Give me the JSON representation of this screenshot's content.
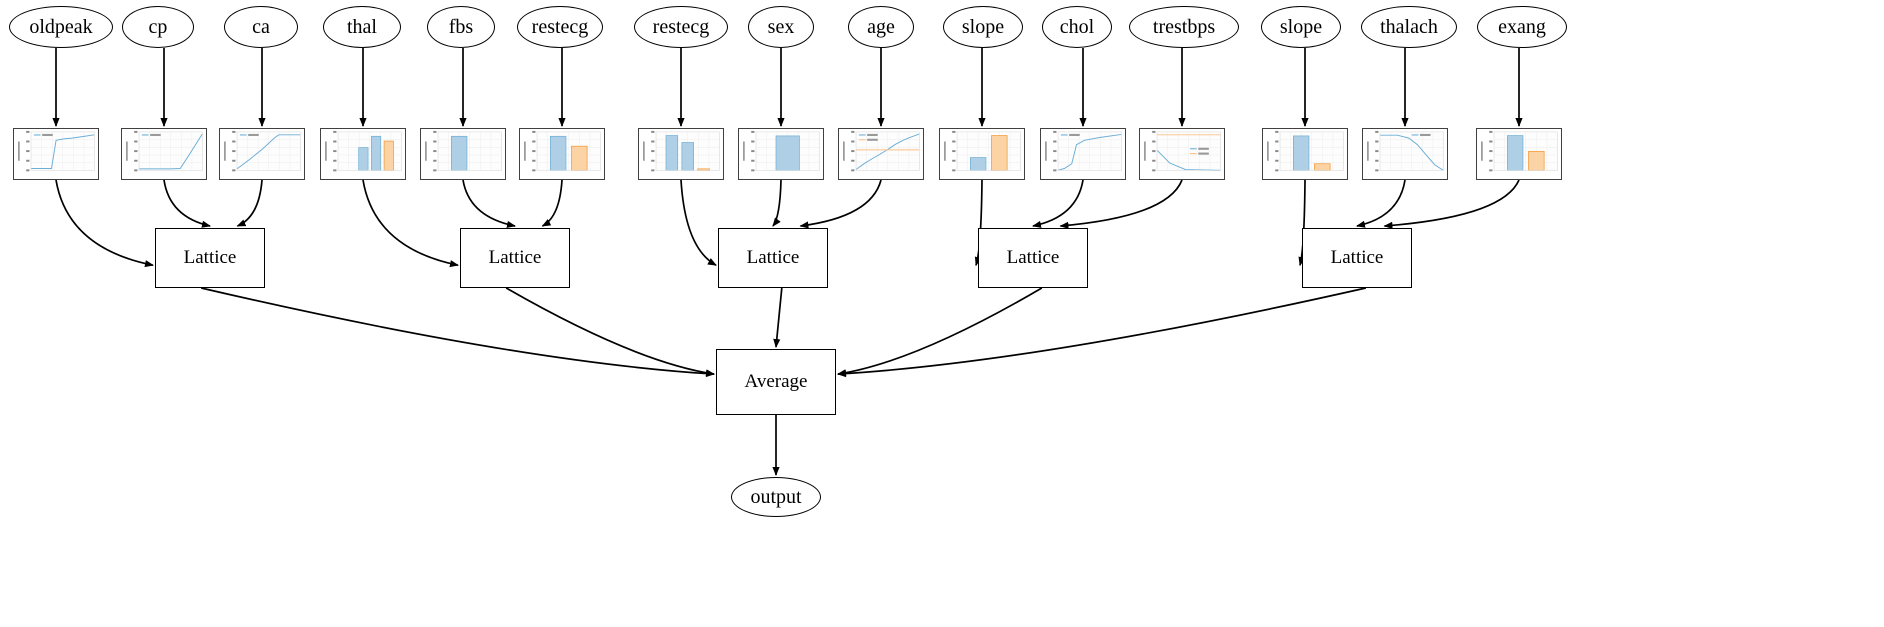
{
  "diagram": {
    "type": "calibrated-lattice-ensemble-graph",
    "terminal_node_label": "output",
    "aggregate_node_label": "Average",
    "lattice_node_label": "Lattice",
    "legend_labels": {
      "calibrated": "calibrated",
      "missing": "missing"
    },
    "series_colors": {
      "calibrated": "#6BAED6",
      "missing": "#FDBE85"
    },
    "bar_colors": {
      "primary": "#AECFE5",
      "secondary": "#FBD3A5"
    },
    "bar_edge_colors": {
      "primary": "#6BAED6",
      "secondary": "#F0932B"
    },
    "edge_color": "#000000",
    "background": "#ffffff"
  },
  "features": [
    {
      "id": "oldpeak",
      "label": "oldpeak",
      "lattice": 0
    },
    {
      "id": "cp",
      "label": "cp",
      "lattice": 0
    },
    {
      "id": "ca",
      "label": "ca",
      "lattice": 0
    },
    {
      "id": "thal",
      "label": "thal",
      "lattice": 1
    },
    {
      "id": "fbs",
      "label": "fbs",
      "lattice": 1
    },
    {
      "id": "restecg_a",
      "label": "restecg",
      "lattice": 1
    },
    {
      "id": "restecg_b",
      "label": "restecg",
      "lattice": 2
    },
    {
      "id": "sex",
      "label": "sex",
      "lattice": 2
    },
    {
      "id": "age",
      "label": "age",
      "lattice": 2
    },
    {
      "id": "slope_a",
      "label": "slope",
      "lattice": 3
    },
    {
      "id": "chol",
      "label": "chol",
      "lattice": 3
    },
    {
      "id": "trestbps",
      "label": "trestbps",
      "lattice": 3
    },
    {
      "id": "slope_b",
      "label": "slope",
      "lattice": 4
    },
    {
      "id": "thalach",
      "label": "thalach",
      "lattice": 4
    },
    {
      "id": "exang",
      "label": "exang",
      "lattice": 4
    }
  ],
  "lattices": [
    {
      "id": "lattice0",
      "label": "Lattice"
    },
    {
      "id": "lattice1",
      "label": "Lattice"
    },
    {
      "id": "lattice2",
      "label": "Lattice"
    },
    {
      "id": "lattice3",
      "label": "Lattice"
    },
    {
      "id": "lattice4",
      "label": "Lattice"
    }
  ],
  "average": {
    "label": "Average"
  },
  "output": {
    "label": "output"
  },
  "chart_data": [
    {
      "feature": "oldpeak",
      "type": "line",
      "title": "",
      "xlabel": "oldpeak",
      "ylabel": "calibrated output",
      "legend": [
        "calibrated"
      ],
      "legend_position": "upper-left",
      "grid": true,
      "xlim": [
        0,
        6.2
      ],
      "ylim": [
        0,
        1.05
      ],
      "series": [
        {
          "name": "calibrated",
          "color": "#6BAED6",
          "x": [
            0,
            1.0,
            2.0,
            2.45,
            3.2,
            4.0,
            5.0,
            6.2
          ],
          "y": [
            0.05,
            0.05,
            0.05,
            0.82,
            0.86,
            0.88,
            0.92,
            0.97
          ]
        }
      ]
    },
    {
      "feature": "cp",
      "type": "line",
      "title": "",
      "xlabel": "cp",
      "ylabel": "calibrated cp",
      "legend": [
        "calibrated"
      ],
      "legend_position": "upper-left",
      "grid": true,
      "xlim": [
        0,
        40
      ],
      "ylim": [
        0,
        1.05
      ],
      "series": [
        {
          "name": "calibrated",
          "color": "#6BAED6",
          "x": [
            0,
            10,
            20,
            26,
            32,
            40
          ],
          "y": [
            0.04,
            0.04,
            0.04,
            0.05,
            0.45,
            1.0
          ]
        }
      ]
    },
    {
      "feature": "ca",
      "type": "line",
      "title": "",
      "xlabel": "ca",
      "ylabel": "calibrated ca",
      "legend": [
        "calibrated"
      ],
      "legend_position": "upper-left",
      "grid": true,
      "xlim": [
        0,
        5
      ],
      "ylim": [
        0,
        1.05
      ],
      "series": [
        {
          "name": "calibrated",
          "color": "#6BAED6",
          "x": [
            0,
            1,
            2,
            3,
            3.3,
            4,
            5
          ],
          "y": [
            0.04,
            0.3,
            0.58,
            0.9,
            0.97,
            0.97,
            0.97
          ]
        }
      ]
    },
    {
      "feature": "thal",
      "type": "bar",
      "title": "",
      "xlabel": "thal",
      "ylabel": "calibrated thal",
      "categories": [
        "fixed",
        "nml",
        "normal",
        "rvrsbl"
      ],
      "values": [
        0.0,
        0.62,
        0.93,
        0.8
      ],
      "bar_colors": [
        "#AECFE5",
        "#AECFE5",
        "#AECFE5",
        "#FBD3A5"
      ],
      "grid": true,
      "ylim": [
        0,
        1.05
      ]
    },
    {
      "feature": "fbs",
      "type": "bar",
      "title": "",
      "xlabel": "fbs",
      "ylabel": "calibrated fbs",
      "categories": [
        "0",
        "1"
      ],
      "values": [
        0.93,
        0.0
      ],
      "bar_colors": [
        "#AECFE5",
        "#AECFE5"
      ],
      "grid": true,
      "ylim": [
        0,
        1.05
      ]
    },
    {
      "feature": "restecg",
      "type": "bar",
      "title": "",
      "xlabel": "restecg",
      "ylabel": "calibrated restecg",
      "categories": [
        "0",
        "missing"
      ],
      "values": [
        0.93,
        0.66
      ],
      "bar_colors": [
        "#AECFE5",
        "#FBD3A5"
      ],
      "grid": true,
      "ylim": [
        0,
        1.05
      ]
    },
    {
      "feature": "restecg",
      "type": "bar",
      "title": "",
      "xlabel": "restecg",
      "ylabel": "calibrated restecg",
      "categories": [
        "0",
        "1",
        "missing"
      ],
      "values": [
        0.95,
        0.76,
        0.04
      ],
      "bar_colors": [
        "#AECFE5",
        "#AECFE5",
        "#FBD3A5"
      ],
      "grid": true,
      "ylim": [
        0,
        1.05
      ]
    },
    {
      "feature": "sex",
      "type": "bar",
      "title": "",
      "xlabel": "sex",
      "ylabel": "calibrated sex",
      "categories": [
        "0"
      ],
      "values": [
        0.94
      ],
      "bar_colors": [
        "#AECFE5"
      ],
      "grid": true,
      "ylim": [
        0,
        1.05
      ]
    },
    {
      "feature": "age",
      "type": "line",
      "title": "",
      "xlabel": "age",
      "ylabel": "calibrated age",
      "legend": [
        "calibrated",
        "missing"
      ],
      "legend_position": "upper-left",
      "grid": true,
      "xlim": [
        0,
        8
      ],
      "ylim": [
        -2.5,
        2.2
      ],
      "yticks": [
        -2.5,
        -2.0,
        -1.5,
        -1.0,
        -0.5,
        0.0,
        0.5,
        1.0,
        1.5,
        2.0
      ],
      "series": [
        {
          "name": "calibrated",
          "color": "#6BAED6",
          "x": [
            0,
            1,
            2,
            3,
            4,
            5,
            6,
            7,
            8
          ],
          "y": [
            -2.4,
            -1.7,
            -1.1,
            -0.55,
            0.05,
            0.7,
            1.2,
            1.6,
            1.95
          ]
        },
        {
          "name": "missing",
          "color": "#FDBE85",
          "x": [
            0,
            8
          ],
          "y": [
            0.0,
            0.0
          ]
        }
      ]
    },
    {
      "feature": "slope",
      "type": "bar",
      "title": "",
      "xlabel": "slope",
      "ylabel": "calibrated slope",
      "categories": [
        "1",
        "missing"
      ],
      "values": [
        0.35,
        0.95
      ],
      "bar_colors": [
        "#AECFE5",
        "#FBD3A5"
      ],
      "grid": true,
      "ylim": [
        0,
        1.05
      ]
    },
    {
      "feature": "chol",
      "type": "line",
      "title": "",
      "xlabel": "chol",
      "ylabel": "calibrated chol",
      "legend": [
        "calibrated"
      ],
      "legend_position": "upper-left",
      "grid": true,
      "xlim": [
        0,
        600
      ],
      "ylim": [
        0,
        1.05
      ],
      "series": [
        {
          "name": "calibrated",
          "color": "#6BAED6",
          "x": [
            0,
            60,
            130,
            175,
            250,
            400,
            600
          ],
          "y": [
            0.0,
            0.05,
            0.18,
            0.7,
            0.82,
            0.9,
            0.98
          ]
        }
      ]
    },
    {
      "feature": "trestbps",
      "type": "line",
      "title": "",
      "xlabel": "trestbps",
      "ylabel": "calibrated trestbps",
      "legend": [
        "calibrated",
        "missing"
      ],
      "legend_position": "center-right",
      "grid": true,
      "xlim": [
        0,
        200
      ],
      "ylim": [
        0,
        1.05
      ],
      "series": [
        {
          "name": "missing",
          "color": "#FDBE85",
          "x": [
            0,
            200
          ],
          "y": [
            0.97,
            0.97
          ]
        },
        {
          "name": "calibrated",
          "color": "#6BAED6",
          "x": [
            0,
            40,
            90,
            200
          ],
          "y": [
            0.55,
            0.2,
            0.02,
            0.0
          ]
        }
      ]
    },
    {
      "feature": "slope",
      "type": "bar",
      "title": "",
      "xlabel": "slope",
      "ylabel": "calibrated slope",
      "categories": [
        "1",
        "missing"
      ],
      "values": [
        0.94,
        0.18
      ],
      "bar_colors": [
        "#AECFE5",
        "#FBD3A5"
      ],
      "grid": true,
      "ylim": [
        0,
        1.05
      ]
    },
    {
      "feature": "thalach",
      "type": "line",
      "title": "",
      "xlabel": "thalach",
      "ylabel": "calibrated thalach",
      "legend": [
        "calibrated"
      ],
      "legend_position": "upper-right",
      "grid": true,
      "xlim": [
        0,
        220
      ],
      "ylim": [
        0,
        1.05
      ],
      "series": [
        {
          "name": "calibrated",
          "color": "#6BAED6",
          "x": [
            0,
            60,
            100,
            130,
            160,
            190,
            220
          ],
          "y": [
            0.96,
            0.96,
            0.88,
            0.7,
            0.42,
            0.15,
            0.0
          ]
        }
      ]
    },
    {
      "feature": "exang",
      "type": "bar",
      "title": "",
      "xlabel": "exang",
      "ylabel": "calibrated exang",
      "categories": [
        "0",
        "missing"
      ],
      "values": [
        0.95,
        0.52
      ],
      "bar_colors": [
        "#AECFE5",
        "#FBD3A5"
      ],
      "grid": true,
      "ylim": [
        0,
        1.05
      ]
    }
  ]
}
